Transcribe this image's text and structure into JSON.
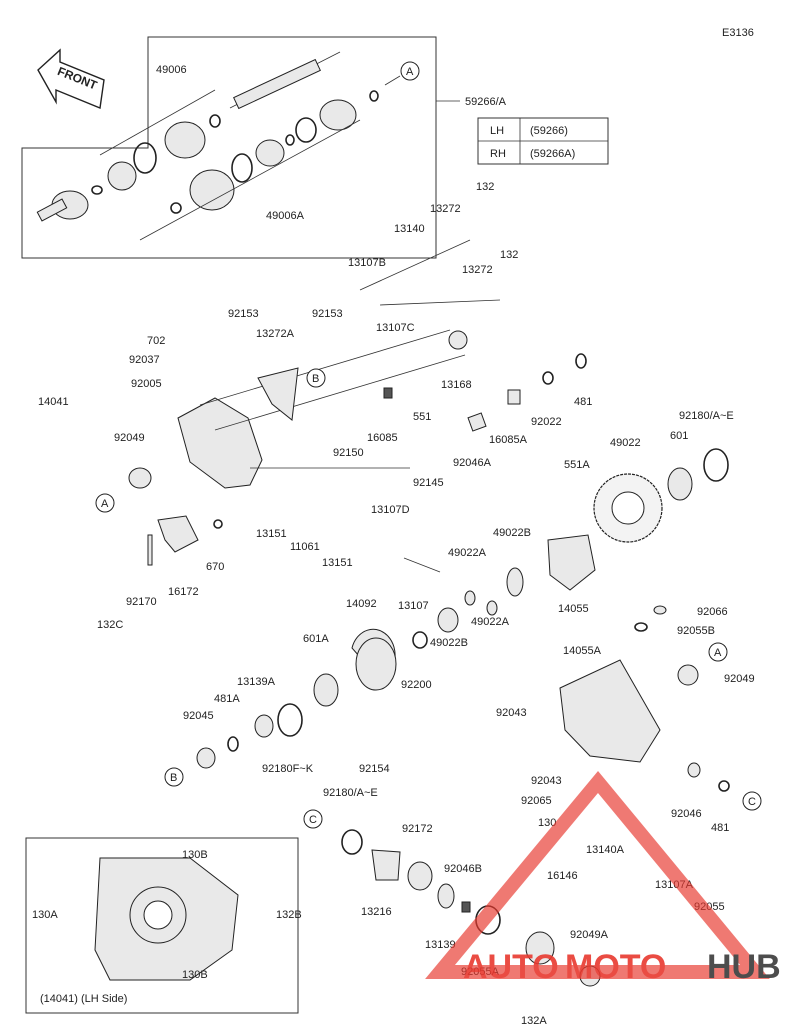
{
  "page_code": "E3136",
  "front_label": "FRONT",
  "legend": {
    "rows": [
      {
        "side": "LH",
        "part": "(59266)"
      },
      {
        "side": "RH",
        "part": "(59266A)"
      }
    ]
  },
  "inset_caption": "(14041)  (LH Side)",
  "watermark": {
    "part1": "AUTO",
    "part2": "MOTO",
    "part3": "HUB",
    "color_accent": "#e8392f",
    "color_dark": "#3a3a3a"
  },
  "callouts": {
    "A1": "A",
    "A2": "A",
    "A3": "A",
    "B1": "B",
    "B2": "B",
    "C1": "C",
    "C2": "C"
  },
  "labels": {
    "p49006": "49006",
    "p59266A": "59266/A",
    "p49006A": "49006A",
    "p132_1": "132",
    "p13272_1": "13272",
    "p13140": "13140",
    "p13107B": "13107B",
    "p132_2": "132",
    "p13272_2": "13272",
    "p92153_1": "92153",
    "p92153_2": "92153",
    "p702": "702",
    "p13272A": "13272A",
    "p92037": "92037",
    "p13107C": "13107C",
    "p92005": "92005",
    "p14041": "14041",
    "p13168": "13168",
    "p481_1": "481",
    "p551": "551",
    "p92022": "92022",
    "p92180AE_1": "92180/A~E",
    "p92049_1": "92049",
    "p16085": "16085",
    "p16085A": "16085A",
    "p92150": "92150",
    "p601": "601",
    "p49022": "49022",
    "p92046A": "92046A",
    "p92145": "92145",
    "p551A": "551A",
    "p13107D": "13107D",
    "p13151_1": "13151",
    "p11061": "11061",
    "p13151_2": "13151",
    "p49022B_1": "49022B",
    "p670": "670",
    "p49022A_1": "49022A",
    "p14055": "14055",
    "p92170": "92170",
    "p16172": "16172",
    "p132C": "132C",
    "p13107": "13107",
    "p14092": "14092",
    "p49022A_2": "49022A",
    "p92066": "92066",
    "p92055B": "92055B",
    "p601A": "601A",
    "p49022B_2": "49022B",
    "p14055A": "14055A",
    "p13139A": "13139A",
    "p92200": "92200",
    "p481A": "481A",
    "p92049_2": "92049",
    "p92045": "92045",
    "p92043_1": "92043",
    "p92180FK": "92180F~K",
    "p92154": "92154",
    "p92043_2": "92043",
    "p92065": "92065",
    "p92046": "92046",
    "p92180AE_2": "92180/A~E",
    "p130": "130",
    "p481_2": "481",
    "p92172": "92172",
    "p13140A": "13140A",
    "p130B_1": "130B",
    "p92046B": "92046B",
    "p13107A": "13107A",
    "p16146": "16146",
    "p130A": "130A",
    "p132B": "132B",
    "p13216": "13216",
    "p92055": "92055",
    "p92049A": "92049A",
    "p13139": "13139",
    "p130B_2": "130B",
    "p92055A": "92055A",
    "p132A": "132A"
  }
}
